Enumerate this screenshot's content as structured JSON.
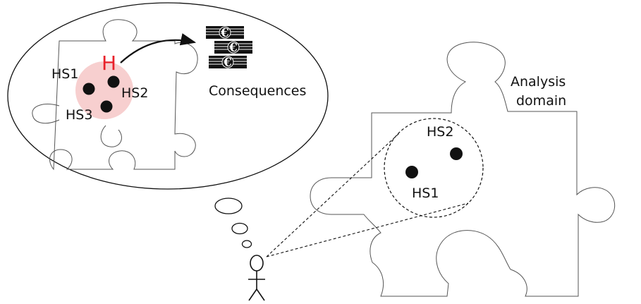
{
  "labels": {
    "hs1_left": "HS1",
    "hs2_left": "HS2",
    "hs3_left": "HS3",
    "hazard": "H",
    "consequences": "Consequences",
    "analysis_line1": "Analysis",
    "analysis_line2": "domain",
    "hs2_right": "HS2",
    "hs1_right": "HS1"
  },
  "euro_symbol": "€",
  "colors": {
    "hazard": "#e8202a",
    "hazard_halo": "#f7cfcf",
    "ink": "#111111"
  }
}
